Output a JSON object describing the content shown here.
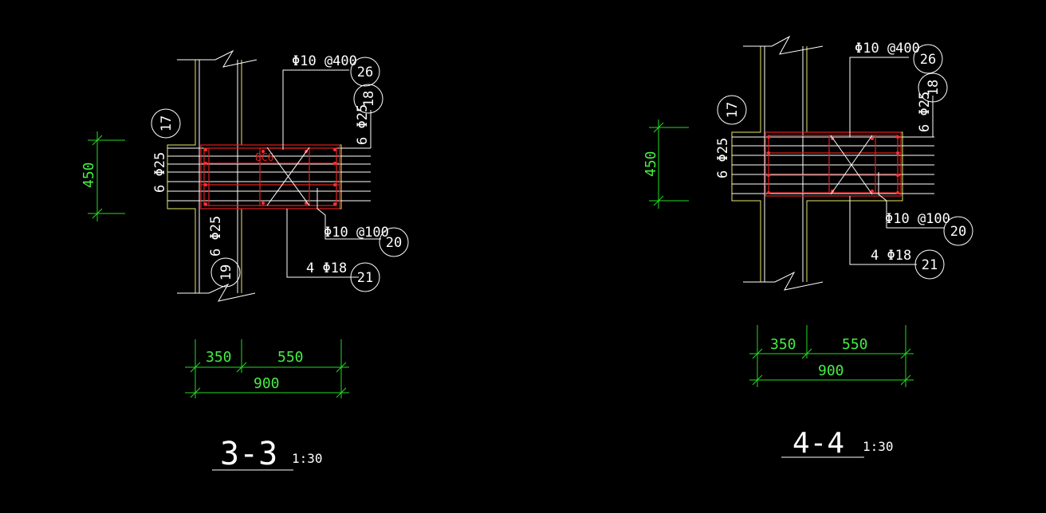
{
  "colors": {
    "background": "#000000",
    "lines": "#ffffff",
    "column": "#e8e86a",
    "rebar": "#e02020",
    "dimensions": "#22dd22"
  },
  "section_left": {
    "title": "3-3",
    "scale": "1:30",
    "dim_height": "450",
    "dim_left": "350",
    "dim_right": "550",
    "dim_total": "900",
    "red_label": "8C6",
    "labels": {
      "tie_top": "Φ10 @400",
      "long_bars_left": "6 Φ25",
      "long_bars_right": "6 Φ25",
      "long_bars_bottom": "6 Φ25",
      "stirrup": "Φ10 @100",
      "corner_bars": "4 Φ18"
    },
    "marks": {
      "m17": "17",
      "m26": "26",
      "m18": "18",
      "m20": "20",
      "m19": "19",
      "m21": "21"
    }
  },
  "section_right": {
    "title": "4-4",
    "scale": "1:30",
    "dim_height": "450",
    "dim_left": "350",
    "dim_right": "550",
    "dim_total": "900",
    "labels": {
      "tie_top": "Φ10 @400",
      "long_bars_left": "6 Φ25",
      "long_bars_right": "6 Φ25",
      "stirrup": "Φ10 @100",
      "corner_bars": "4 Φ18"
    },
    "marks": {
      "m17": "17",
      "m26": "26",
      "m18": "18",
      "m20": "20",
      "m21": "21"
    }
  }
}
